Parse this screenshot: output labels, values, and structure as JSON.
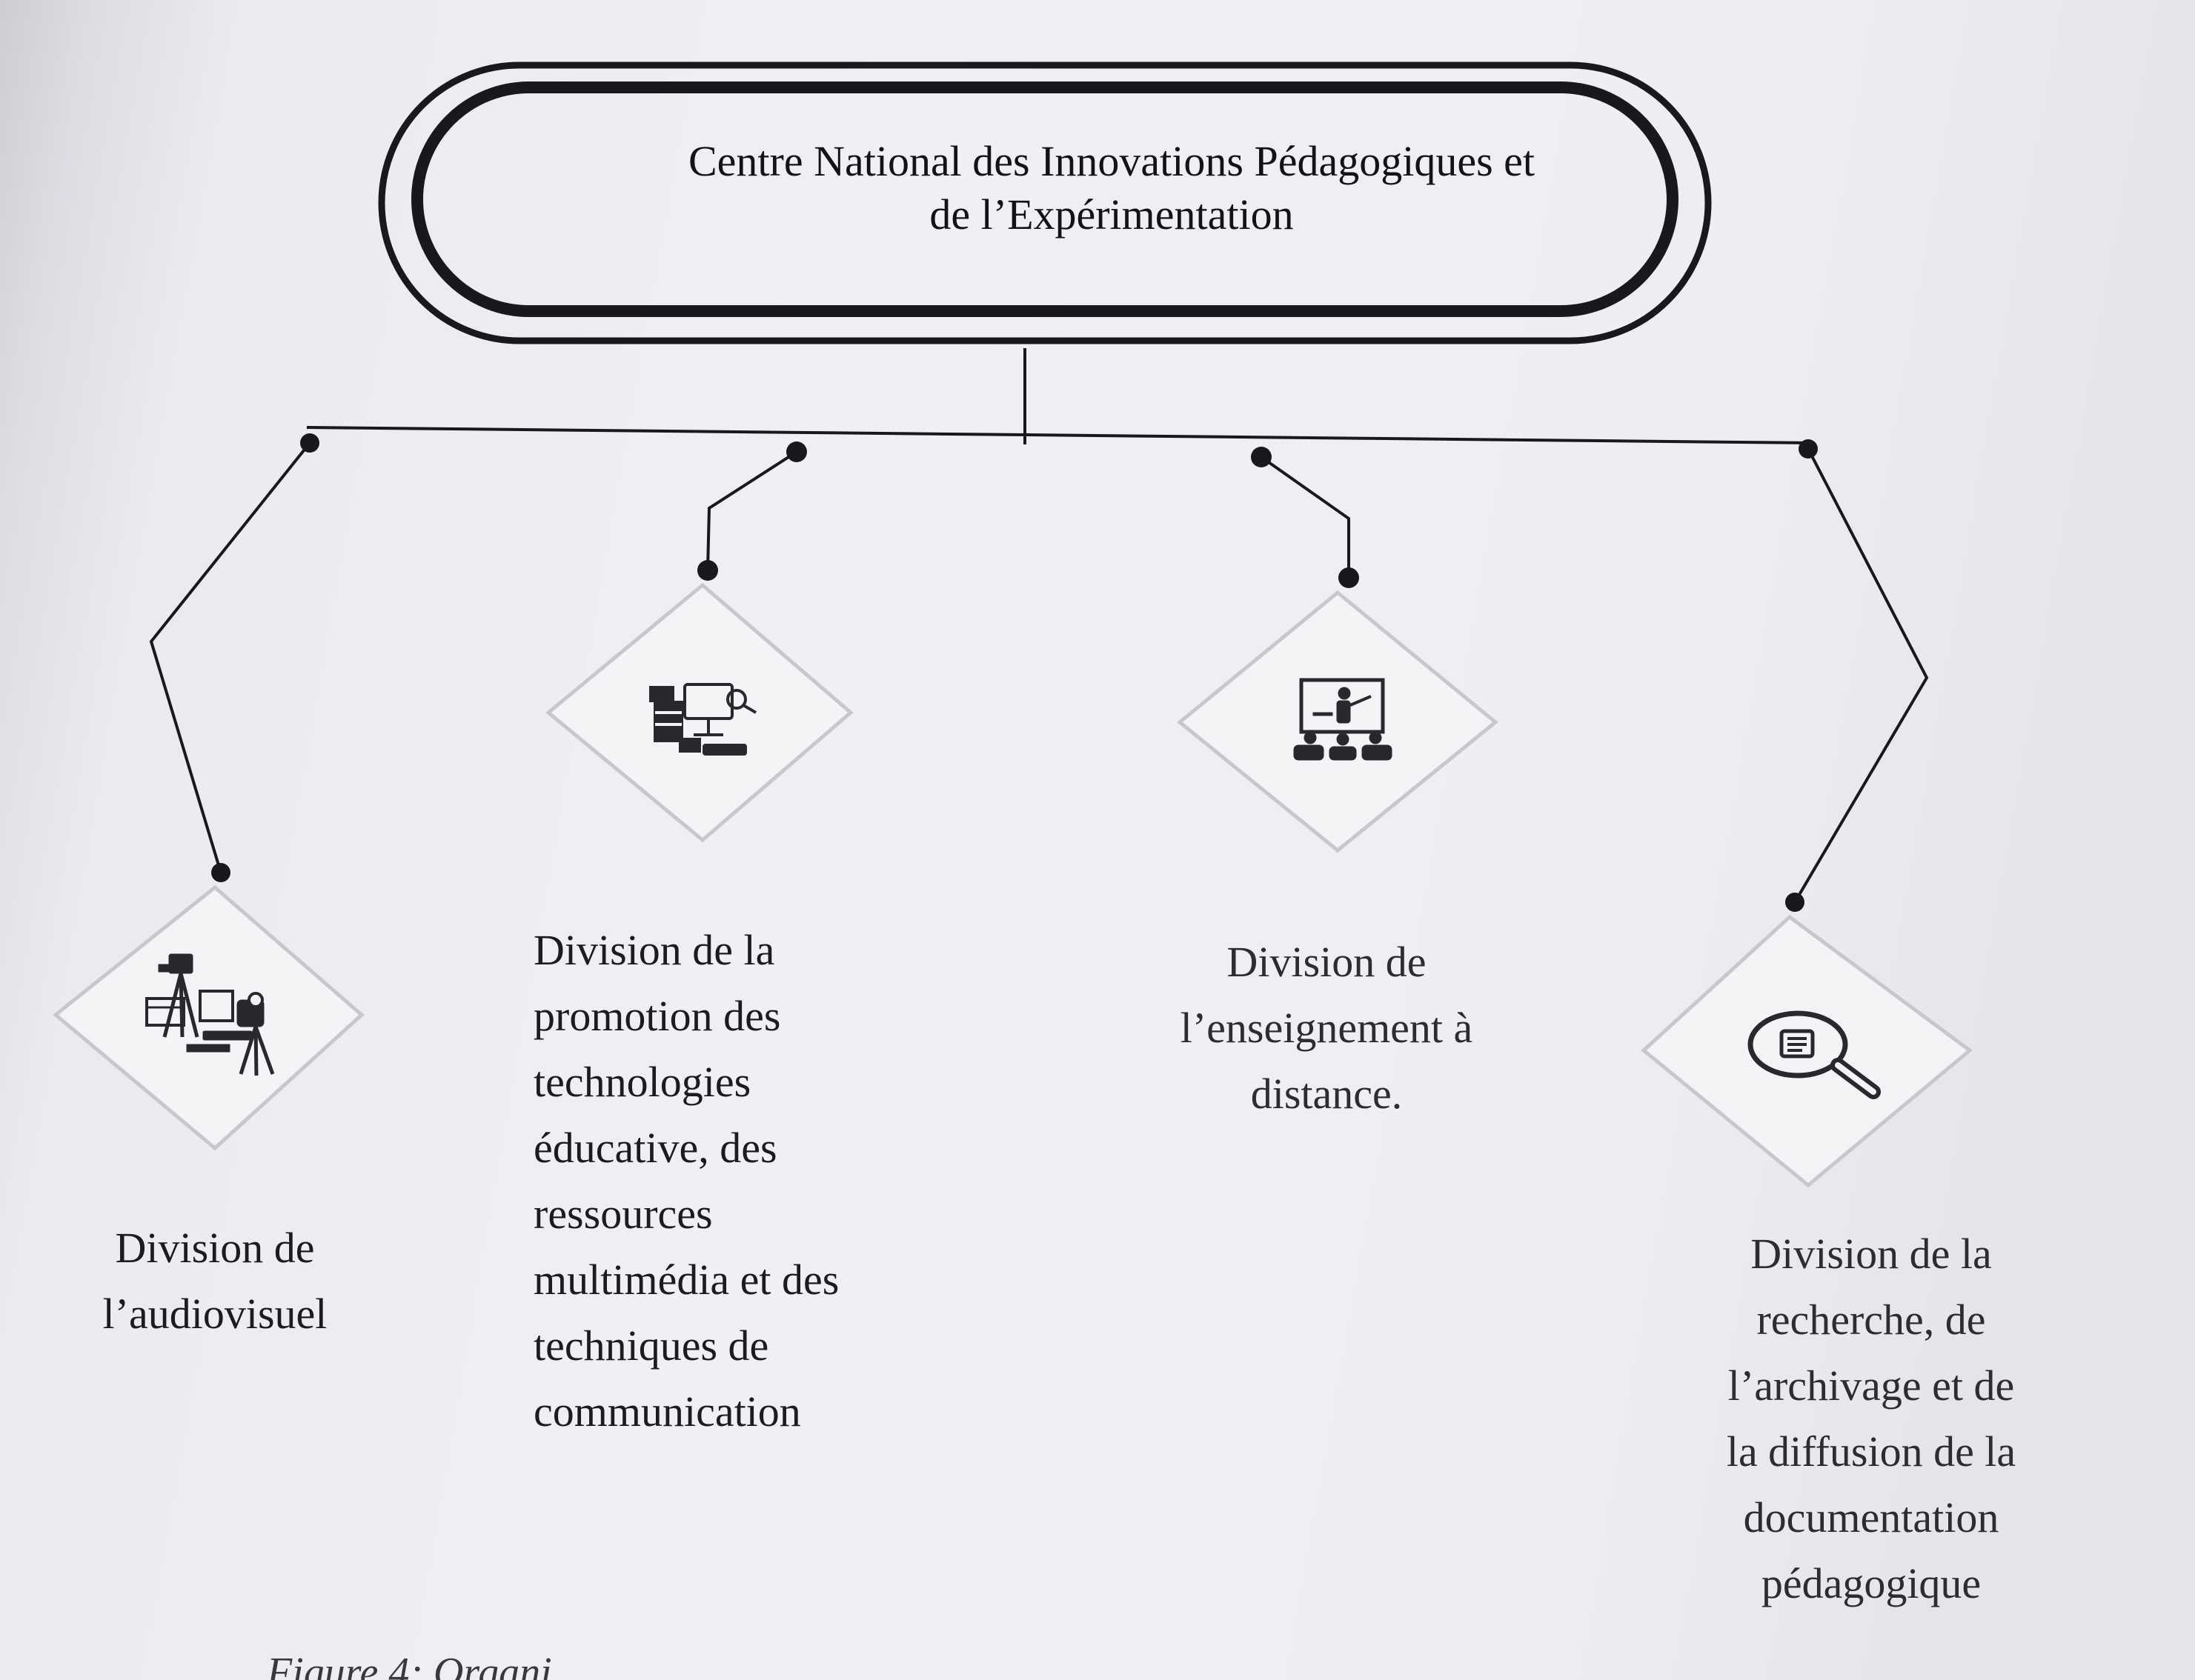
{
  "title": "Centre National des Innovations Pédagogiques et\nde l’Expérimentation",
  "divisions": [
    {
      "id": "audiovisuel",
      "label": "Division de\nl’audiovisuel",
      "icon": "film-camera-icon"
    },
    {
      "id": "promotion",
      "label": "Division de la\npromotion des\ntechnologies\néducative, des\nressources\nmultimédia et des\ntechniques de\ncommunication",
      "icon": "computer-workstation-icon"
    },
    {
      "id": "distance",
      "label": "Division de\nl’enseignement  à\ndistance.",
      "icon": "presentation-screen-icon"
    },
    {
      "id": "recherche",
      "label": "Division de la\nrecherche, de\nl’archivage et de\nla diffusion de la\ndocumentation\npédagogique",
      "icon": "document-search-icon"
    }
  ],
  "caption": "Figure 4: Organi",
  "colors": {
    "line": "#1a181c",
    "diamond": "#c9c7cd",
    "icon": "#2a282c"
  }
}
